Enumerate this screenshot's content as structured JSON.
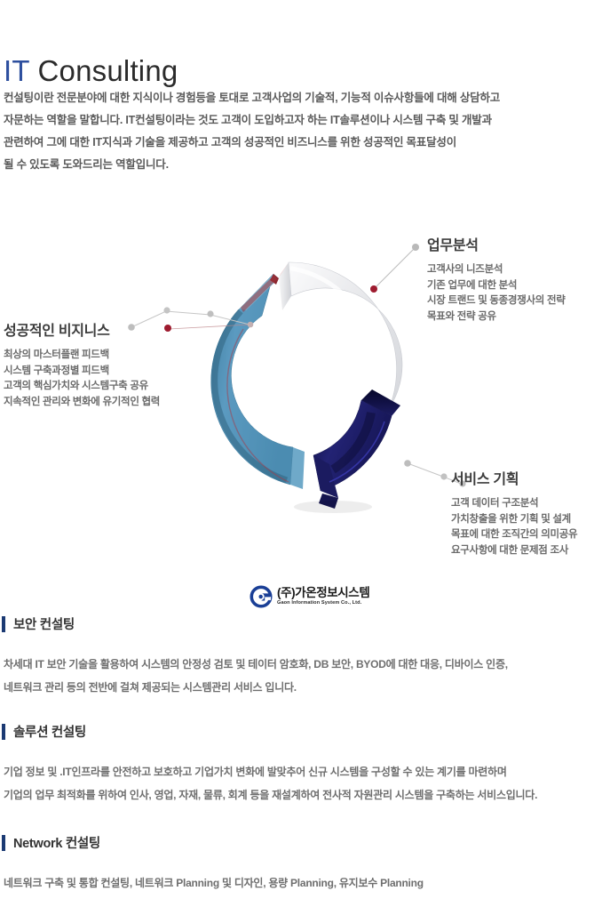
{
  "page": {
    "title_primary": "IT",
    "title_secondary": "Consulting",
    "intro_lines": [
      "컨설팅이란 전문분야에 대한 지식이나 경험등을 토대로 고객사업의 기술적, 기능적 이슈사항들에 대해 상담하고",
      "자문하는 역할을 말합니다. IT컨설팅이라는 것도 고객이 도입하고자 하는 IT솔루션이나 시스템 구축 및 개발과",
      "관련하여 그에 대한 IT지식과 기술을 제공하고 고객의 성공적인 비즈니스를 위한 성공적인 목표달성이",
      "될 수 있도록 도와드리는 역할입니다."
    ]
  },
  "diagram": {
    "logo": {
      "mark_icon": "gaon-g-circle-icon",
      "korean_name": "(주)가온정보시스템",
      "english_name": "Gaon Information System Co., Ltd."
    },
    "colors": {
      "arc_top_light": "#e3e4e7",
      "arc_left_blue": "#5291b6",
      "arc_bottom_navy": "#1e1e6d",
      "accent_dot_red": "#9e1b2f",
      "connector_gray": "#b3b3b3",
      "title_blue": "#2d4f9e",
      "head_bar_navy": "#1b3a73"
    },
    "nodes": [
      {
        "id": "analysis",
        "title": "업무분석",
        "lines": [
          "고객사의 니즈분석",
          "기존 업무에 대한 분석",
          "시장 트랜드 및 동종경쟁사의 전략",
          "목표와 전략 공유"
        ]
      },
      {
        "id": "business",
        "title": "성공적인 비지니스",
        "lines": [
          "최상의 마스터플랜 피드백",
          "시스템 구축과정별 피드백",
          "고객의 핵심가치와 시스템구축 공유",
          "지속적인 관리와 변화에 유기적인 협력"
        ]
      },
      {
        "id": "service",
        "title": "서비스 기획",
        "lines": [
          "고객 데이터 구조분석",
          "가치창출을 위한 기획 및 설계",
          "목표에 대한 조직간의 의미공유",
          "요구사항에 대한 문제점 조사"
        ]
      }
    ]
  },
  "sections": [
    {
      "id": "security",
      "heading": "보안 컨설팅",
      "body_lines": [
        "차세대 IT 보안 기술을 활용하여 시스템의 안정성 검토 및 테이터 암호화, DB 보안, BYOD에 대한 대응, 디바이스 인증,",
        "네트워크 관리 등의 전반에 걸쳐 제공되는 시스템관리 서비스 입니다."
      ]
    },
    {
      "id": "solution",
      "heading": "솔루션 컨설팅",
      "body_lines": [
        "기업 정보 및 .IT인프라를 안전하고 보호하고 기업가치 변화에 발맞추어 신규 시스템을 구성할 수 있는 계기를 마련하며",
        "기업의 업무 최적화를 위하여 인사, 영업, 자재, 물류, 회계 등을 재설계하여 전사적 자원관리 시스템을 구축하는 서비스입니다."
      ]
    },
    {
      "id": "network",
      "heading": "Network 컨설팅",
      "body_lines": [
        "네트워크 구축 및 통합 컨설팅, 네트워크 Planning 및 디자인, 용량 Planning, 유지보수 Planning"
      ]
    }
  ]
}
